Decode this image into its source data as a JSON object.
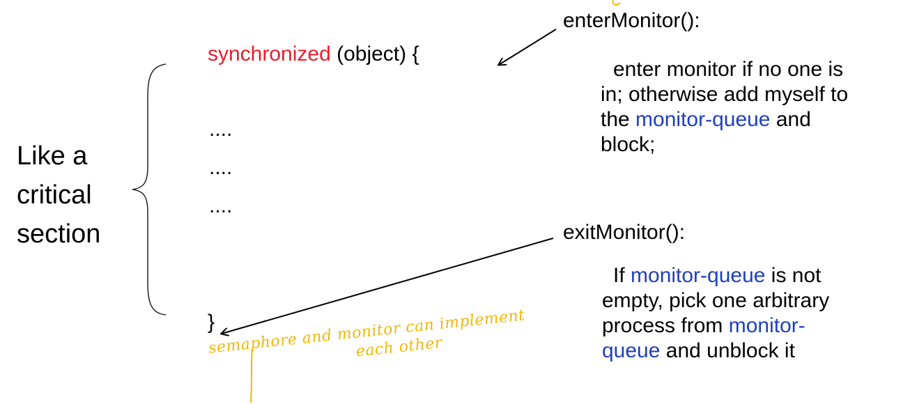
{
  "left_label": {
    "line1": "Like a",
    "line2": "critical",
    "line3": "section"
  },
  "code": {
    "keyword": "synchronized",
    "rest": " (object) {",
    "dots": [
      "....",
      "....",
      "...."
    ],
    "close_brace": "}"
  },
  "enter": {
    "title": "enterMonitor():",
    "line1": "enter monitor if no one is",
    "line2": "in; otherwise add myself to",
    "line3_pre": "the ",
    "line3_blue": "monitor-queue",
    "line3_post": " and",
    "line4": "block;"
  },
  "exit": {
    "title": "exitMonitor():",
    "line1_pre": "If ",
    "line1_blue": "monitor-queue",
    "line1_post": " is not",
    "line2": "empty, pick one arbitrary",
    "line3_pre": "process from ",
    "line3_blue": "monitor-",
    "line4_blue": "queue",
    "line4_post": " and unblock it"
  },
  "annotation": {
    "line1": "semaphore and monitor can implement",
    "line2": "each other"
  },
  "colors": {
    "keyword": "#ee1c2e",
    "highlight": "#1f3fbf",
    "handwriting": "#f2b705"
  }
}
